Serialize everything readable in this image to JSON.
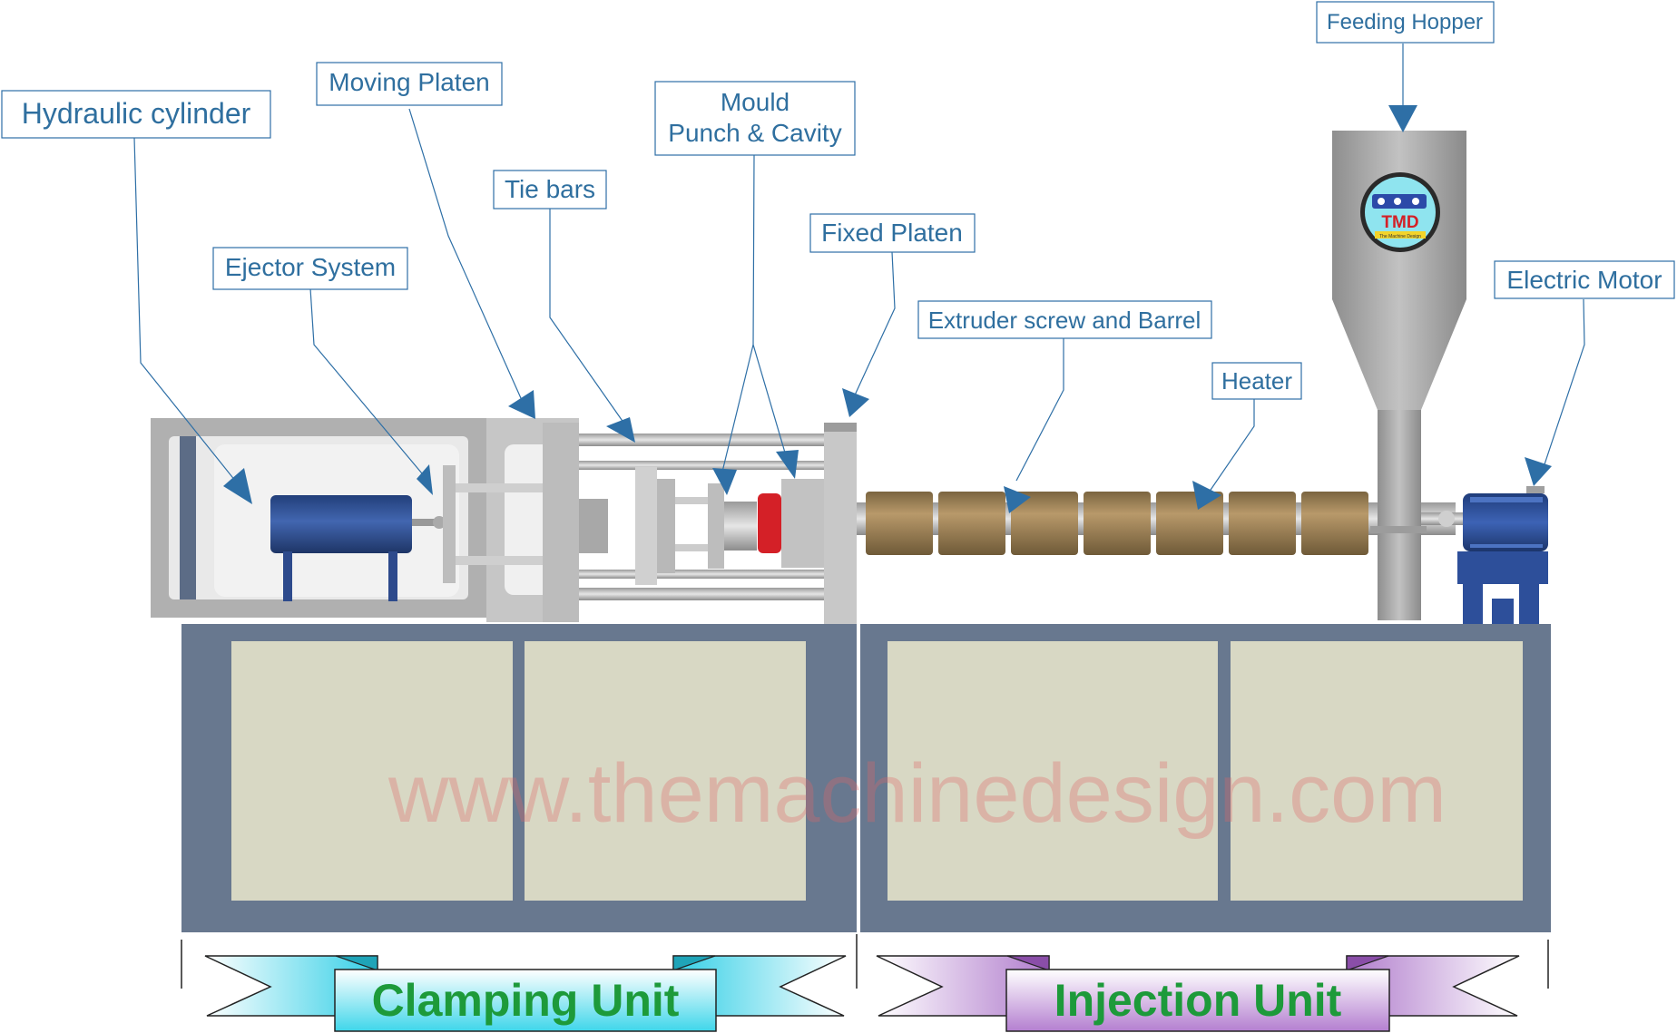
{
  "labels": {
    "hydraulic_cylinder": "Hydraulic cylinder",
    "moving_platen": "Moving Platen",
    "mould_line1": "Mould",
    "mould_line2": "Punch & Cavity",
    "tie_bars": "Tie bars",
    "ejector_system": "Ejector System",
    "fixed_platen": "Fixed Platen",
    "extruder": "Extruder screw and Barrel",
    "heater": "Heater",
    "feeding_hopper": "Feeding Hopper",
    "electric_motor": "Electric Motor"
  },
  "units": {
    "clamping": "Clamping Unit",
    "injection": "Injection Unit"
  },
  "watermark": "www.themachinedesign.com",
  "logo": {
    "text": "TMD",
    "subtext": "The Machine Design"
  },
  "colors": {
    "label": "#2f6f9f",
    "arrow": "#2e6fa6",
    "base": "#68788f",
    "panel": "#d8d8c4",
    "heater": "#a48658",
    "motor": "#2d4f9a",
    "hydraulic": "#2d4a8c",
    "mould_red": "#d42027",
    "unit_text": "#1d9a3a",
    "clamping_banner": "#5ce0ee",
    "injection_banner": "#c79ad8",
    "watermark": "#e06666"
  }
}
